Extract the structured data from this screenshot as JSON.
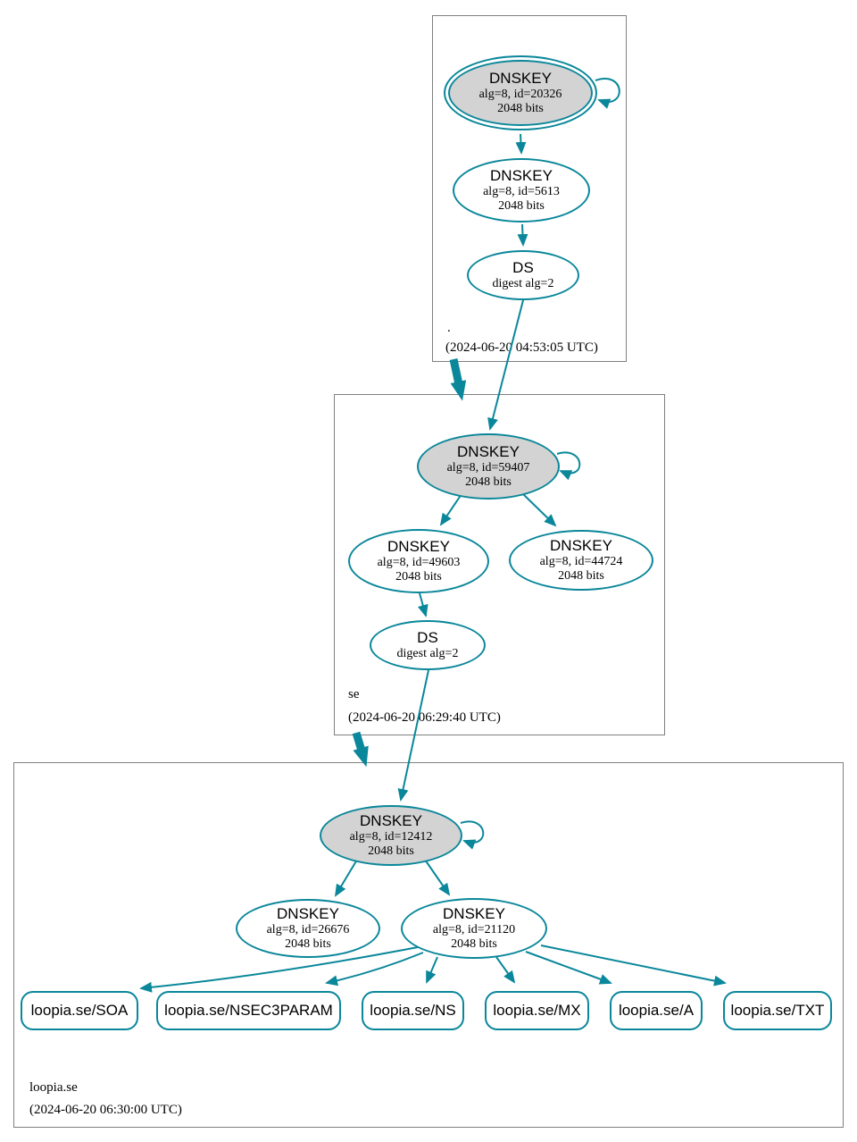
{
  "diagram_type": "dnssec-authentication-chain",
  "colors": {
    "edge": "#0a879a",
    "ksk_fill": "#d3d3d3",
    "zone_border": "#808080",
    "text": "#000000"
  },
  "zones": [
    {
      "name": ".",
      "timestamp": "(2024-06-20 04:53:05 UTC)",
      "keys": [
        {
          "id": "dnskey-20326",
          "title": "DNSKEY",
          "detail": "alg=8, id=20326",
          "bits": "2048 bits",
          "style": "ksk-double-border-gray"
        },
        {
          "id": "dnskey-5613",
          "title": "DNSKEY",
          "detail": "alg=8, id=5613",
          "bits": "2048 bits",
          "style": "white"
        },
        {
          "id": "ds-root",
          "title": "DS",
          "detail": "digest alg=2",
          "style": "white"
        }
      ]
    },
    {
      "name": "se",
      "timestamp": "(2024-06-20 06:29:40 UTC)",
      "keys": [
        {
          "id": "dnskey-59407",
          "title": "DNSKEY",
          "detail": "alg=8, id=59407",
          "bits": "2048 bits",
          "style": "ksk-gray"
        },
        {
          "id": "dnskey-49603",
          "title": "DNSKEY",
          "detail": "alg=8, id=49603",
          "bits": "2048 bits",
          "style": "white"
        },
        {
          "id": "dnskey-44724",
          "title": "DNSKEY",
          "detail": "alg=8, id=44724",
          "bits": "2048 bits",
          "style": "white"
        },
        {
          "id": "ds-se",
          "title": "DS",
          "detail": "digest alg=2",
          "style": "white"
        }
      ]
    },
    {
      "name": "loopia.se",
      "timestamp": "(2024-06-20 06:30:00 UTC)",
      "keys": [
        {
          "id": "dnskey-12412",
          "title": "DNSKEY",
          "detail": "alg=8, id=12412",
          "bits": "2048 bits",
          "style": "ksk-gray"
        },
        {
          "id": "dnskey-26676",
          "title": "DNSKEY",
          "detail": "alg=8, id=26676",
          "bits": "2048 bits",
          "style": "white"
        },
        {
          "id": "dnskey-21120",
          "title": "DNSKEY",
          "detail": "alg=8, id=21120",
          "bits": "2048 bits",
          "style": "white"
        }
      ],
      "rrsets": [
        {
          "id": "rrset-soa",
          "label": "loopia.se/SOA"
        },
        {
          "id": "rrset-nsec3param",
          "label": "loopia.se/NSEC3PARAM"
        },
        {
          "id": "rrset-ns",
          "label": "loopia.se/NS"
        },
        {
          "id": "rrset-mx",
          "label": "loopia.se/MX"
        },
        {
          "id": "rrset-a",
          "label": "loopia.se/A"
        },
        {
          "id": "rrset-txt",
          "label": "loopia.se/TXT"
        }
      ]
    }
  ],
  "edges": [
    {
      "from": "dnskey-20326",
      "to": "dnskey-20326",
      "type": "self-sign"
    },
    {
      "from": "dnskey-20326",
      "to": "dnskey-5613",
      "type": "sign"
    },
    {
      "from": "dnskey-5613",
      "to": "ds-root",
      "type": "sign"
    },
    {
      "from": "ds-root",
      "to": "dnskey-59407",
      "type": "secure-delegation"
    },
    {
      "from": "zone-root",
      "to": "zone-se",
      "type": "delegation-thick-arrow"
    },
    {
      "from": "dnskey-59407",
      "to": "dnskey-59407",
      "type": "self-sign"
    },
    {
      "from": "dnskey-59407",
      "to": "dnskey-49603",
      "type": "sign"
    },
    {
      "from": "dnskey-59407",
      "to": "dnskey-44724",
      "type": "sign"
    },
    {
      "from": "dnskey-49603",
      "to": "ds-se",
      "type": "sign"
    },
    {
      "from": "ds-se",
      "to": "dnskey-12412",
      "type": "secure-delegation"
    },
    {
      "from": "zone-se",
      "to": "zone-loopia.se",
      "type": "delegation-thick-arrow"
    },
    {
      "from": "dnskey-12412",
      "to": "dnskey-12412",
      "type": "self-sign"
    },
    {
      "from": "dnskey-12412",
      "to": "dnskey-26676",
      "type": "sign"
    },
    {
      "from": "dnskey-12412",
      "to": "dnskey-21120",
      "type": "sign"
    },
    {
      "from": "dnskey-21120",
      "to": "rrset-soa",
      "type": "sign"
    },
    {
      "from": "dnskey-21120",
      "to": "rrset-nsec3param",
      "type": "sign"
    },
    {
      "from": "dnskey-21120",
      "to": "rrset-ns",
      "type": "sign"
    },
    {
      "from": "dnskey-21120",
      "to": "rrset-mx",
      "type": "sign"
    },
    {
      "from": "dnskey-21120",
      "to": "rrset-a",
      "type": "sign"
    },
    {
      "from": "dnskey-21120",
      "to": "rrset-txt",
      "type": "sign"
    }
  ]
}
